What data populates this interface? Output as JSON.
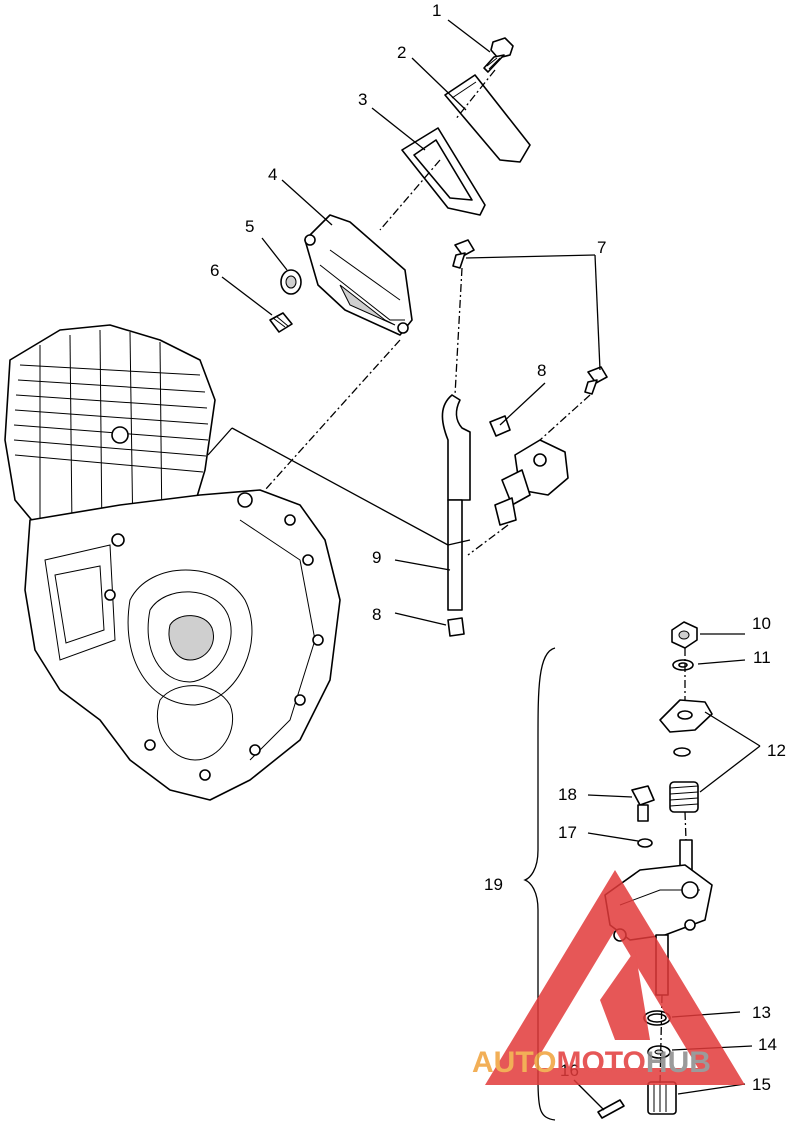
{
  "callouts": [
    "1",
    "2",
    "3",
    "4",
    "5",
    "6",
    "7",
    "8",
    "8",
    "9",
    "10",
    "11",
    "12",
    "13",
    "14",
    "15",
    "16",
    "17",
    "18",
    "19"
  ],
  "watermark": {
    "text_part1": "AUTO",
    "text_part2": "MOTO",
    "text_part3": "HUB",
    "color_red": "#e23a3a",
    "color_orange": "#f0a23a",
    "color_gray": "#8a8a8a"
  }
}
